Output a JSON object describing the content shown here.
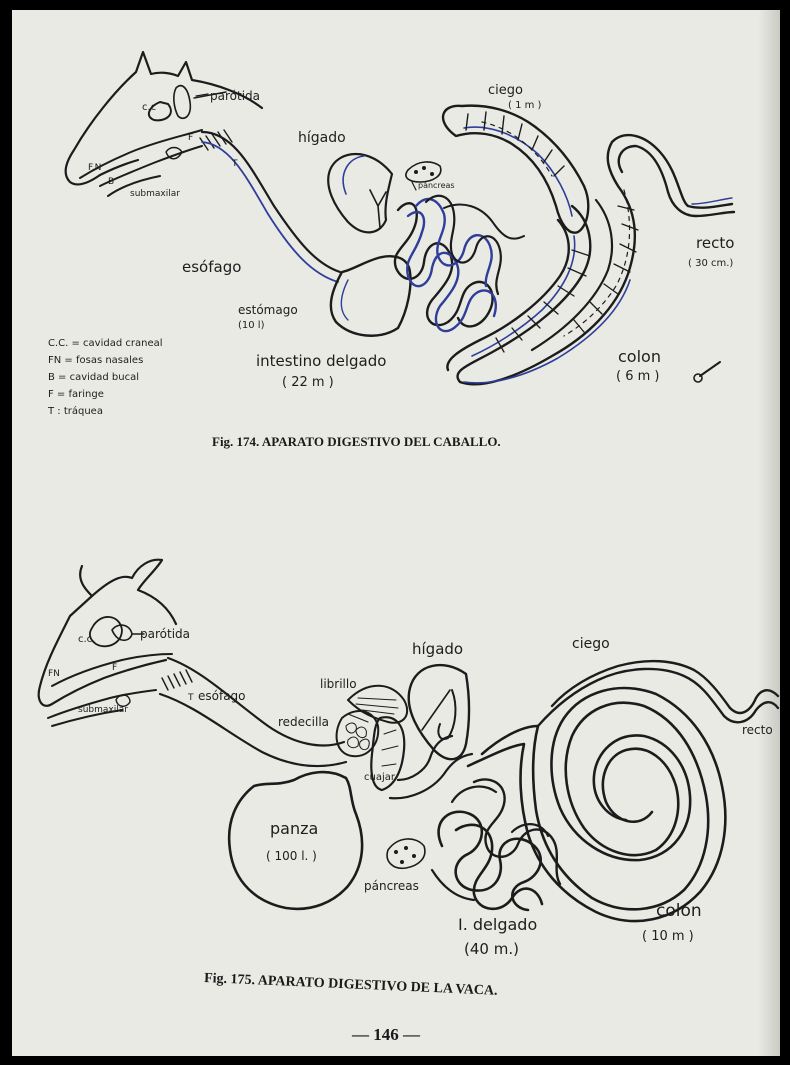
{
  "figure_174": {
    "caption": "Fig. 174.  APARATO DIGESTIVO DEL CABALLO.",
    "labels": {
      "cc": "c.c",
      "parotida": "parótida",
      "fn": "F.N",
      "f": "F",
      "b": "B",
      "t": "T",
      "submaxilar": "submaxilar",
      "higado": "hígado",
      "pancreas": "páncreas",
      "ciego": "ciego",
      "ciego_size": "( 1 m )",
      "recto": "recto",
      "recto_size": "( 30 cm.)",
      "esofago": "esófago",
      "estomago": "estómago",
      "estomago_size": "(10 l)",
      "intestino": "intestino  delgado",
      "intestino_size": "( 22 m )",
      "colon": "colon",
      "colon_size": "( 6  m )"
    },
    "legend": [
      "C.C. = cavidad craneal",
      "FN = fosas nasales",
      "B  = cavidad bucal",
      "F  = faringe",
      "T  :  tráquea"
    ]
  },
  "figure_175": {
    "caption": "Fig. 175.  APARATO DIGESTIVO DE LA VACA.",
    "labels": {
      "cc": "c.c.",
      "parotida": "parótida",
      "fn": "FN",
      "f": "F",
      "t": "T",
      "submaxilar": "submaxilar",
      "esofago": "esófago",
      "librillo": "librillo",
      "redecilla": "redecilla",
      "cuajar": "cuajar",
      "higado": "hígado",
      "ciego": "ciego",
      "recto": "recto",
      "panza": "panza",
      "panza_size": "( 100 l. )",
      "pancreas": "páncreas",
      "delgado": "I. delgado",
      "delgado_size": "(40  m.)",
      "colon": "colon",
      "colon_size": "( 10  m )"
    }
  },
  "page_number": "— 146 —",
  "colors": {
    "paper": "#e9eae4",
    "ink": "#1c1c1c",
    "blue_ink": "#2e3e9a"
  }
}
